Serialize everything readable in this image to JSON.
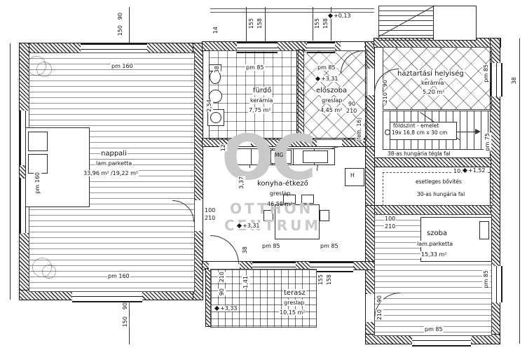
{
  "watermark": {
    "logo": "OC",
    "line1": "OTTHON",
    "line2": "CENTRUM"
  },
  "rooms": {
    "nappali": {
      "name": "nappali",
      "floor": "lam.parketta",
      "area": "33,96 m² /19,22 m²"
    },
    "furdo": {
      "name": "fürdő",
      "floor": "kerámia",
      "area": "7,75 m²"
    },
    "eloszoba": {
      "name": "előszoba",
      "floor": "greslap",
      "area": "4,45 m²"
    },
    "haztartasi": {
      "name": "háztartási helyiség",
      "floor": "kerámia",
      "area": "5,20 m²"
    },
    "konyha": {
      "name": "konyha-étkező",
      "floor": "greslap",
      "area": "46,58 m²"
    },
    "szoba": {
      "name": "szoba",
      "floor": "lam.parketta",
      "area": "15,33 m²"
    },
    "terasz": {
      "name": "terasz",
      "floor": "greslap",
      "area": "10,15 m²"
    }
  },
  "levels": {
    "entry": "+0,13",
    "eloszoba": "+3,31",
    "konyha": "+3,31",
    "stair_mid": "+1,52",
    "terasz": "+3,33"
  },
  "stairs": {
    "line1": "földszint - emelet",
    "line2": "19x 16,8 cm x 30 cm"
  },
  "notes": {
    "wall38": "38-as hungária tégla fal",
    "extension": "esetleges bővítés",
    "wall30": "30-as hungária fal",
    "felh": "(felh. 16)"
  },
  "appliances": {
    "mg": "MG",
    "h": "H"
  },
  "dims": {
    "pm160": "pm 160",
    "pm85": "pm 85",
    "pm75": "pm 75",
    "d90": "90",
    "d100": "100",
    "d150": "150",
    "d155": "155",
    "d158": "158",
    "d210": "210",
    "d14": "14",
    "d38": "38",
    "d12": "12",
    "d10": "10",
    "d254": "2,54",
    "d337": "3,37",
    "d141": "1,41"
  }
}
